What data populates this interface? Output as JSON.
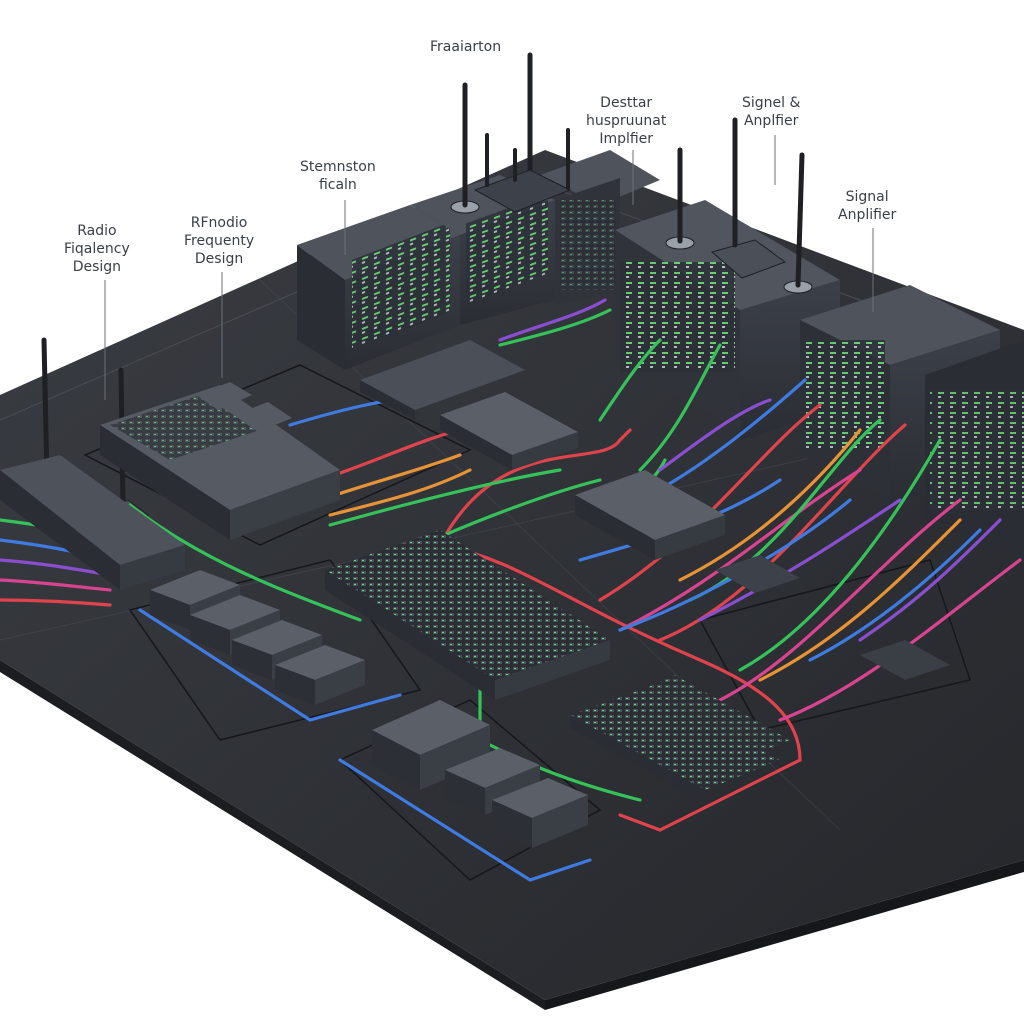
{
  "labels": {
    "top_center": "Fraaiarton",
    "top_right_1": [
      "Desttar",
      "huspruunat",
      "Implfier"
    ],
    "top_right_2": [
      "Signel &",
      "Anplfier"
    ],
    "right": [
      "Signal",
      "Anplifier"
    ],
    "left_1": [
      "Radio",
      "Fiqalency",
      "Design"
    ],
    "left_2": [
      "RF​nodio",
      "Frequenty",
      "Design"
    ],
    "center_left": [
      "Stemnston",
      "ficaln"
    ]
  },
  "colors": {
    "platform": "#2e3136",
    "platform_edge": "#1b1d21",
    "device": "#3a3e45",
    "device_top": "#5a5f68",
    "cable_red": "#e0434c",
    "cable_green": "#36c25a",
    "cable_blue": "#3f7be0",
    "cable_purple": "#8a4fd0",
    "cable_orange": "#e89436",
    "cable_pink": "#d8448f",
    "led_green": "#5be36f"
  },
  "icons": [
    "antenna-icon",
    "rack-server-icon",
    "network-switch-icon",
    "amplifier-module-icon"
  ]
}
